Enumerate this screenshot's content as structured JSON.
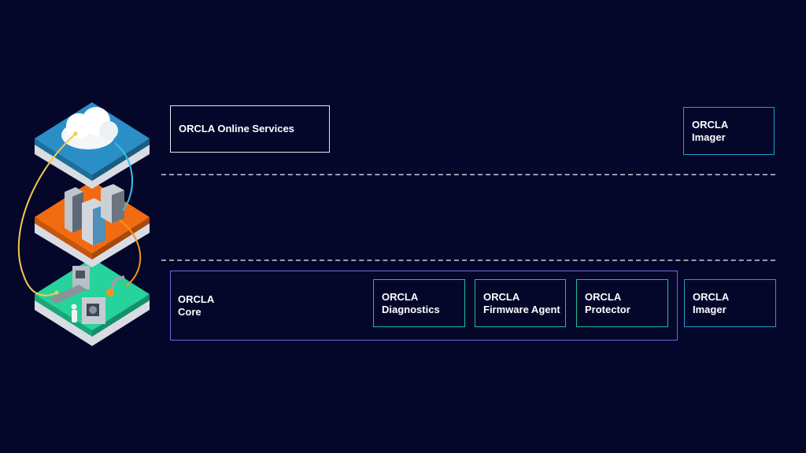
{
  "colors": {
    "background": "#04062a",
    "cloud_tier": "#2a8fc7",
    "server_tier": "#f26b10",
    "factory_tier": "#25d39b",
    "core_border": "#7b66d9",
    "module_border": "#21bf96",
    "imager_border": "#1f9fc6",
    "connector_yellow": "#f7c948",
    "connector_blue": "#39c2e8",
    "connector_orange": "#f7921e"
  },
  "illustration": {
    "tiers": [
      "cloud-tier",
      "server-tier",
      "factory-tier"
    ],
    "icons": [
      "cloud-icon",
      "server-racks-icon",
      "factory-machines-icon",
      "worker-icon",
      "robot-arm-icon"
    ]
  },
  "online_services": {
    "label": "ORCLA Online Services"
  },
  "imager_top": {
    "line1": "ORCLA",
    "line2": "Imager"
  },
  "core": {
    "line1": "ORCLA",
    "line2": "Core"
  },
  "diagnostics": {
    "line1": "ORCLA",
    "line2": "Diagnostics"
  },
  "firmware_agent": {
    "line1": "ORCLA",
    "line2": "Firmware Agent"
  },
  "protector": {
    "line1": "ORCLA",
    "line2": "Protector"
  },
  "imager_bottom": {
    "line1": "ORCLA",
    "line2": "Imager"
  }
}
